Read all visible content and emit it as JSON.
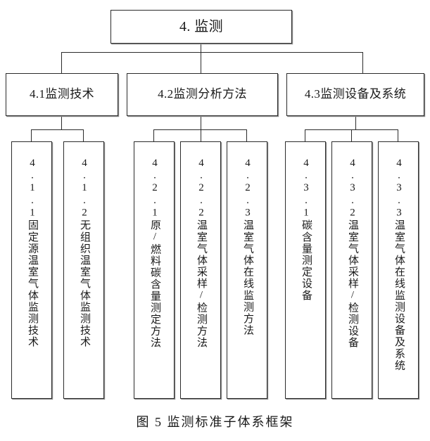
{
  "figure": {
    "caption": "图 5 监测标准子体系框架"
  },
  "tree": {
    "root": {
      "label": "4. 监测"
    },
    "branches": [
      {
        "label": "4.1监测技术",
        "leaves": [
          {
            "label": "4.1.1固定源温室气体监测技术"
          },
          {
            "label": "4.1.2无组织温室气体监测技术"
          }
        ]
      },
      {
        "label": "4.2监测分析方法",
        "leaves": [
          {
            "label": "4.2.1原/燃料碳含量测定方法"
          },
          {
            "label": "4.2.2温室气体采样/检测方法"
          },
          {
            "label": "4.2.3温室气体在线监测方法"
          }
        ]
      },
      {
        "label": "4.3监测设备及系统",
        "leaves": [
          {
            "label": "4.3.1碳含量测定设备"
          },
          {
            "label": "4.3.2温室气体采样/检测设备"
          },
          {
            "label": "4.3.3温室气体在线监测设备及系统"
          }
        ]
      }
    ]
  },
  "style": {
    "line_color": "#2b2b2b",
    "shadow_color": "#8c8c8c",
    "box_fill": "#ffffff",
    "text_color": "#1a1a1a"
  }
}
